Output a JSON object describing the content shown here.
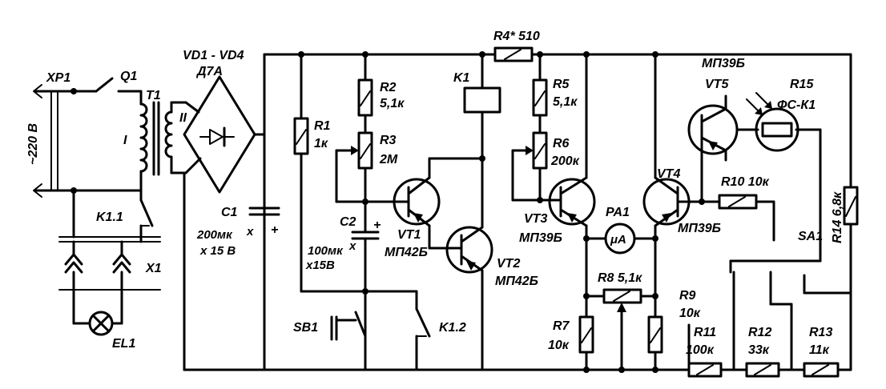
{
  "labels": {
    "XP1": "XP1",
    "Q1": "Q1",
    "mains": "~220 В",
    "T1": "T1",
    "winding1": "I",
    "winding2": "II",
    "vd": "VD1 - VD4",
    "vd_type": "Д7А",
    "C1": "C1",
    "C1_val1": "200мк",
    "C1_val2": "х 15 В",
    "R1": "R1",
    "R1_val": "1к",
    "R2": "R2",
    "R2_val": "5,1к",
    "R3": "R3",
    "R3_val": "2М",
    "C2": "C2",
    "C2_val1": "100мк",
    "C2_val2": "х15В",
    "VT1": "VT1",
    "VT1_type": "МП42Б",
    "VT2": "VT2",
    "VT2_type": "МП42Б",
    "K1": "K1",
    "R4": "R4* 510",
    "R5": "R5",
    "R5_val": "5,1к",
    "R6": "R6",
    "R6_val": "200к",
    "VT3": "VT3",
    "VT3_type": "МП39Б",
    "PA1": "PA1",
    "PA1_sym": "μА",
    "VT4": "VT4",
    "VT4_type": "МП39Б",
    "VT5_type": "МП39Б",
    "VT5": "VT5",
    "R15": "R15",
    "R15_type": "ФС-К1",
    "R10": "R10 10к",
    "R14": "R14 6,8к",
    "SA1": "SA1",
    "R8": "R8 5,1к",
    "R7": "R7",
    "R7_val": "10к",
    "R9": "R9",
    "R9_val": "10к",
    "R11": "R11",
    "R11_val": "100к",
    "R12": "R12",
    "R12_val": "33к",
    "R13": "R13",
    "R13_val": "11к",
    "K1_1": "K1.1",
    "K1_2": "K1.2",
    "X1": "X1",
    "EL1": "EL1",
    "SB1": "SB1",
    "plus": "+",
    "x_mark": "х"
  }
}
